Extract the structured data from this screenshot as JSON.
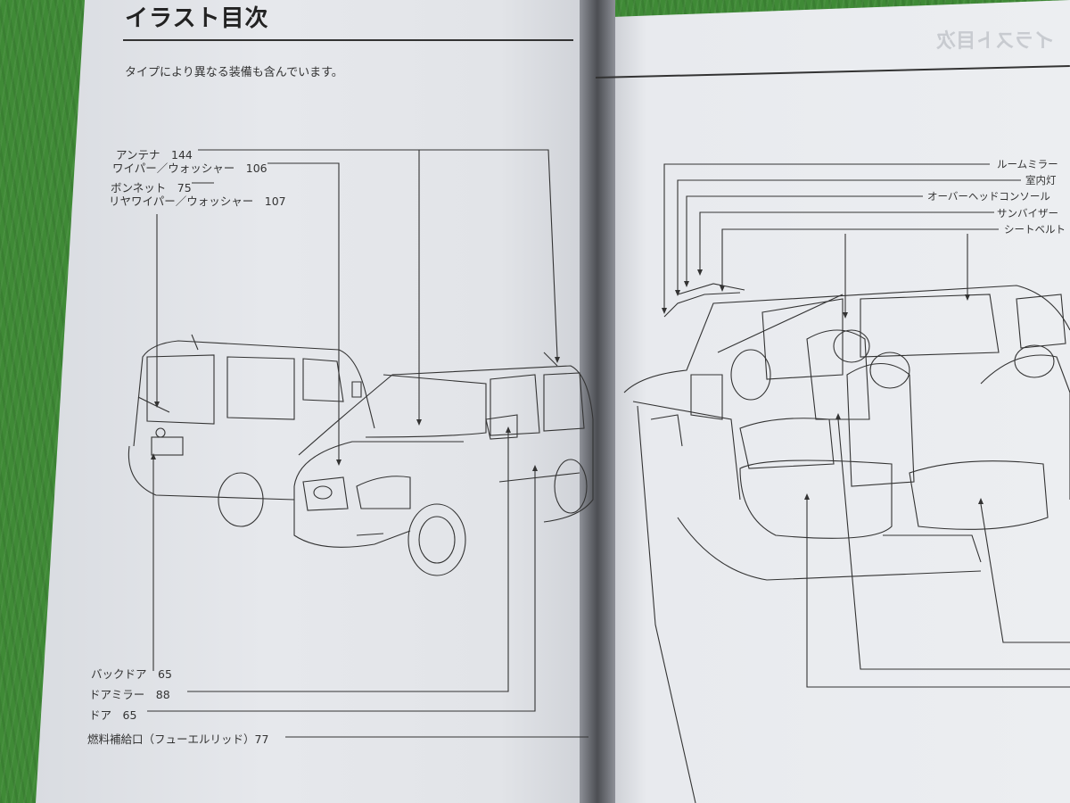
{
  "left_page": {
    "title": "イラスト目次",
    "subtitle": "タイプにより異なる装備も含んでいます。",
    "top_labels": [
      {
        "text": "アンテナ　144"
      },
      {
        "text": "ワイパー／ウォッシャー　106"
      },
      {
        "text": "ボンネット　75"
      },
      {
        "text": "リヤワイパー／ウォッシャー　107"
      }
    ],
    "bottom_labels": [
      {
        "text": "バックドア　65"
      },
      {
        "text": "ドアミラー　88"
      },
      {
        "text": "ドア　65"
      },
      {
        "text": "燃料補給口（フューエルリッド）77"
      }
    ]
  },
  "right_page": {
    "ghost_title": "イラスト目次",
    "labels": [
      {
        "text": "ルームミラー"
      },
      {
        "text": "室内灯"
      },
      {
        "text": "オーバーヘッドコンソール"
      },
      {
        "text": "サンバイザー"
      },
      {
        "text": "シートベルト"
      }
    ]
  }
}
